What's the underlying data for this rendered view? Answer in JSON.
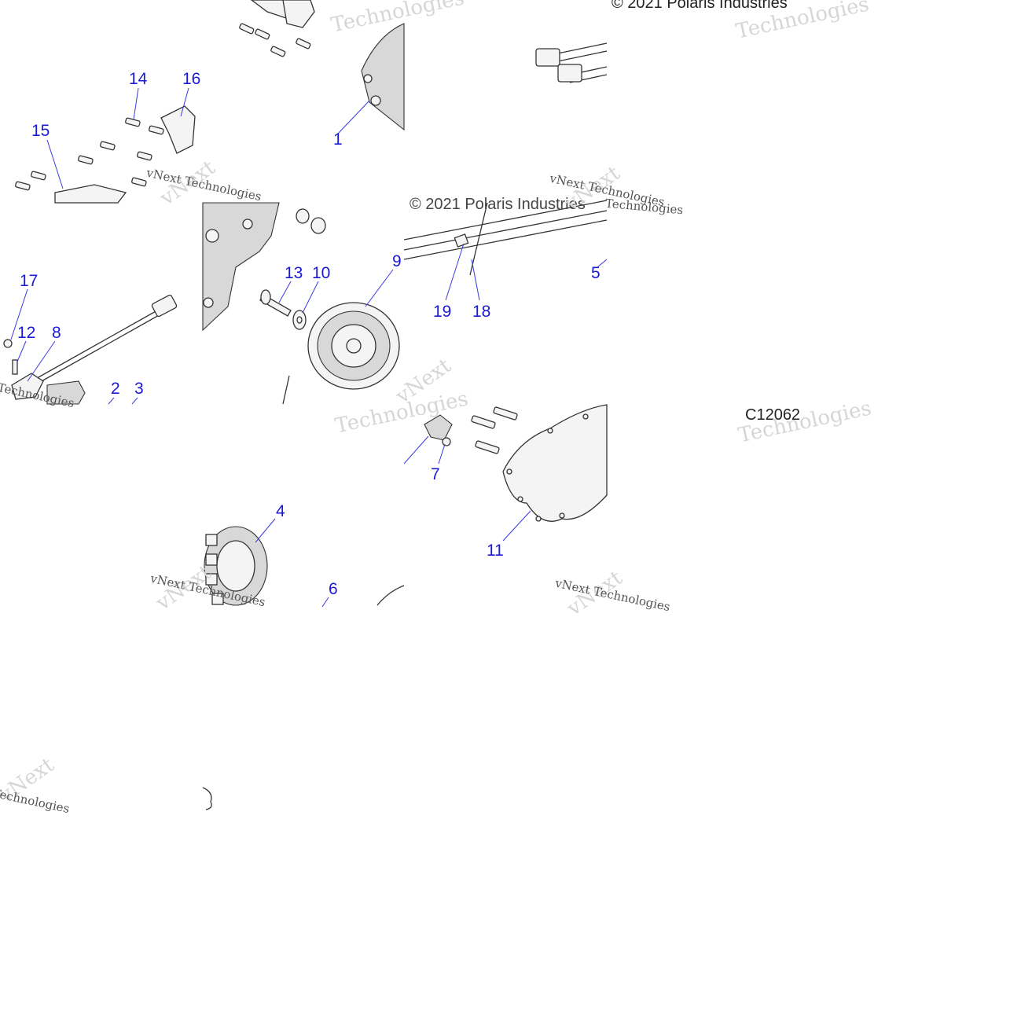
{
  "diagram": {
    "copyright_top": "© 2021 Polaris Industries",
    "copyright_mid": "© 2021 Polaris Industries",
    "figure_code": "C12062",
    "watermark": {
      "brand": "vNext",
      "company": "Technologies",
      "full": "vNext Technologies"
    },
    "callouts": {
      "c1": "1",
      "c2": "2",
      "c3": "3",
      "c4": "4",
      "c5": "5",
      "c6": "6",
      "c7": "7",
      "c8": "8",
      "c9": "9",
      "c10": "10",
      "c11": "11",
      "c12": "12",
      "c13": "13",
      "c14": "14",
      "c15": "15",
      "c16": "16",
      "c17": "17",
      "c18": "18",
      "c19": "19"
    }
  }
}
